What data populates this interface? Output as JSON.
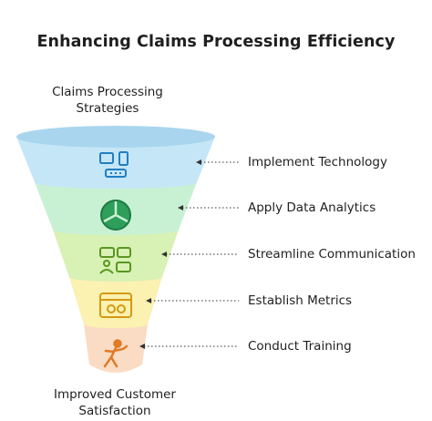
{
  "title": "Enhancing Claims Processing Efficiency",
  "top_label": "Claims Processing Strategies",
  "bottom_label": "Improved Customer Satisfaction",
  "stages": [
    {
      "label": "Implement Technology",
      "icon": "network-devices-icon",
      "color": "#bfe4f5"
    },
    {
      "label": "Apply Data Analytics",
      "icon": "pie-chart-icon",
      "color": "#c8f1d4"
    },
    {
      "label": "Streamline Communication",
      "icon": "chat-people-icon",
      "color": "#d6f0b4"
    },
    {
      "label": "Establish Metrics",
      "icon": "browser-metrics-icon",
      "color": "#fbf1b0"
    },
    {
      "label": "Conduct Training",
      "icon": "trainer-icon",
      "color": "#fadcc4"
    }
  ]
}
